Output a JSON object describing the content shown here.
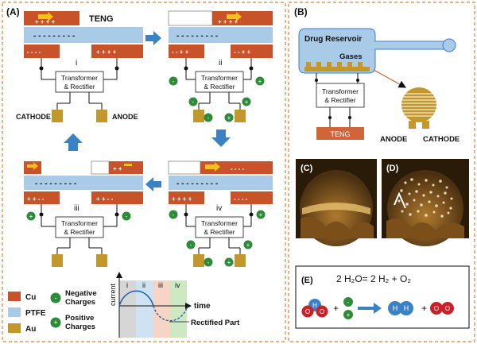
{
  "panels": {
    "A": "(A)",
    "B": "(B)",
    "C": "(C)",
    "D": "(D)",
    "E": "(E)"
  },
  "teng_label": "TENG",
  "stages": [
    "i",
    "ii",
    "iii",
    "iv"
  ],
  "rectifier": {
    "line1": "Transformer",
    "line2": "& Rectifier"
  },
  "electrodes": {
    "cathode": "CATHODE",
    "anode": "ANODE"
  },
  "charges": {
    "plus4": "+ + + +",
    "minus4": "- - - -",
    "plusminus": "+ + - -",
    "minusplus": "- - + +",
    "minus_long": "- - - - - - - - -"
  },
  "legend": {
    "cu": "Cu",
    "ptfe": "PTFE",
    "au": "Au",
    "negative": [
      "Negative",
      "Charges"
    ],
    "positive": [
      "Positive",
      "Charges"
    ]
  },
  "plot": {
    "ylabel": "current",
    "xlabel": "time",
    "rectified": "Rectified Part",
    "phases": [
      "i",
      "ii",
      "iii",
      "iv"
    ]
  },
  "panelB": {
    "reservoir": "Drug Reservoir",
    "gases": "Gases",
    "teng": "TENG",
    "anode": "ANODE",
    "cathode": "CATHODE"
  },
  "panelE": {
    "equation": "2 H₂O= 2 H₂ + O₂",
    "O": "O",
    "H": "H",
    "plus": "+"
  },
  "colors": {
    "cu": "#c8532b",
    "ptfe": "#a9cbe8",
    "au": "#c4972b",
    "green": "#2e8b3a",
    "arrow_blue": "#3b82c4",
    "dashed_border": "#d9823b"
  }
}
